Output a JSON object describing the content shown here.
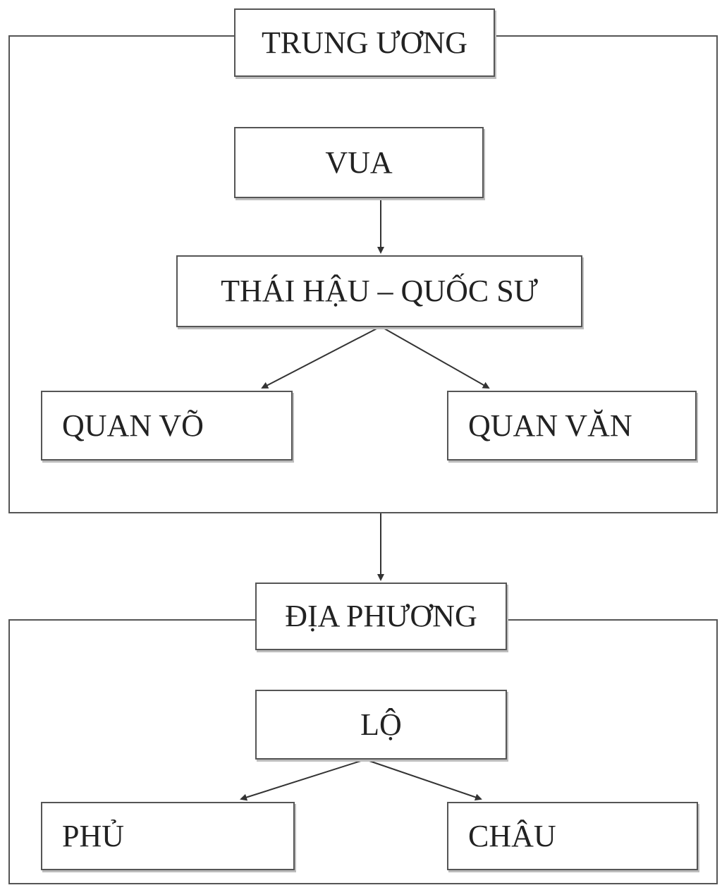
{
  "diagram": {
    "central": {
      "title": "TRUNG ƯƠNG",
      "king": "VUA",
      "regents": "THÁI HẬU – QUỐC SƯ",
      "military": "QUAN VÕ",
      "civil": "QUAN VĂN"
    },
    "local": {
      "title": "ĐỊA PHƯƠNG",
      "province": "LỘ",
      "prefecture": "PHỦ",
      "district": "CHÂU"
    }
  },
  "colors": {
    "border": "#555555",
    "shadow": "#bdbdbd",
    "text": "#222222",
    "background": "#ffffff"
  }
}
